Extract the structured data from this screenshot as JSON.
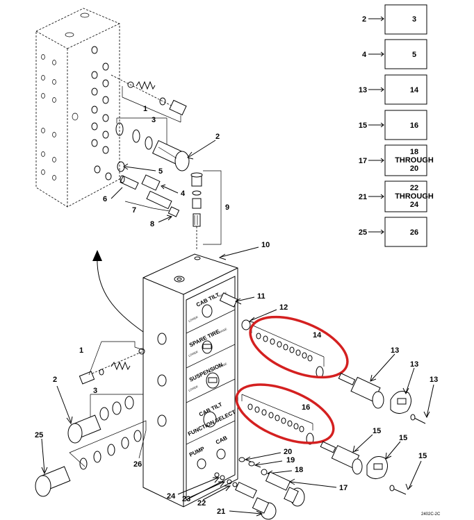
{
  "callouts": {
    "c1": "1",
    "c2": "2",
    "c3": "3",
    "c4": "4",
    "c5": "5",
    "c6": "6",
    "c7": "7",
    "c8": "8",
    "c9": "9",
    "c10": "10",
    "c11": "11",
    "c12": "12",
    "c13a": "13",
    "c13b": "13",
    "c13c": "13",
    "c14": "14",
    "c15a": "15",
    "c15b": "15",
    "c15c": "15",
    "c16": "16",
    "c17": "17",
    "c18": "18",
    "c19": "19",
    "c20": "20",
    "c21": "21",
    "c22": "22",
    "c23": "23",
    "c24": "24",
    "c25": "25",
    "c26": "26",
    "lc1": "1",
    "lc2": "2",
    "lc3": "3"
  },
  "legend": [
    {
      "key": "2",
      "box": "3"
    },
    {
      "key": "4",
      "box": "5"
    },
    {
      "key": "13",
      "box": "14"
    },
    {
      "key": "15",
      "box": "16"
    },
    {
      "key": "17",
      "box": "18",
      "through": "THROUGH",
      "end": "20"
    },
    {
      "key": "21",
      "box": "22",
      "through": "THROUGH",
      "end": "24"
    },
    {
      "key": "25",
      "box": "26"
    }
  ],
  "panel": {
    "cab_tilt": "CAB TILT",
    "spare_tire": "SPARE TIRE",
    "suspension": "SUSPENSION",
    "cab_tilt_2": "CAB TILT",
    "function_select": "FUNCTION SELECT",
    "pump": "PUMP",
    "cab": "CAB",
    "lower": "LOWER",
    "raise": "RAISE"
  },
  "drawing_code": "2402C-2C",
  "colors": {
    "highlight": "#d42020",
    "ink": "#000000"
  }
}
